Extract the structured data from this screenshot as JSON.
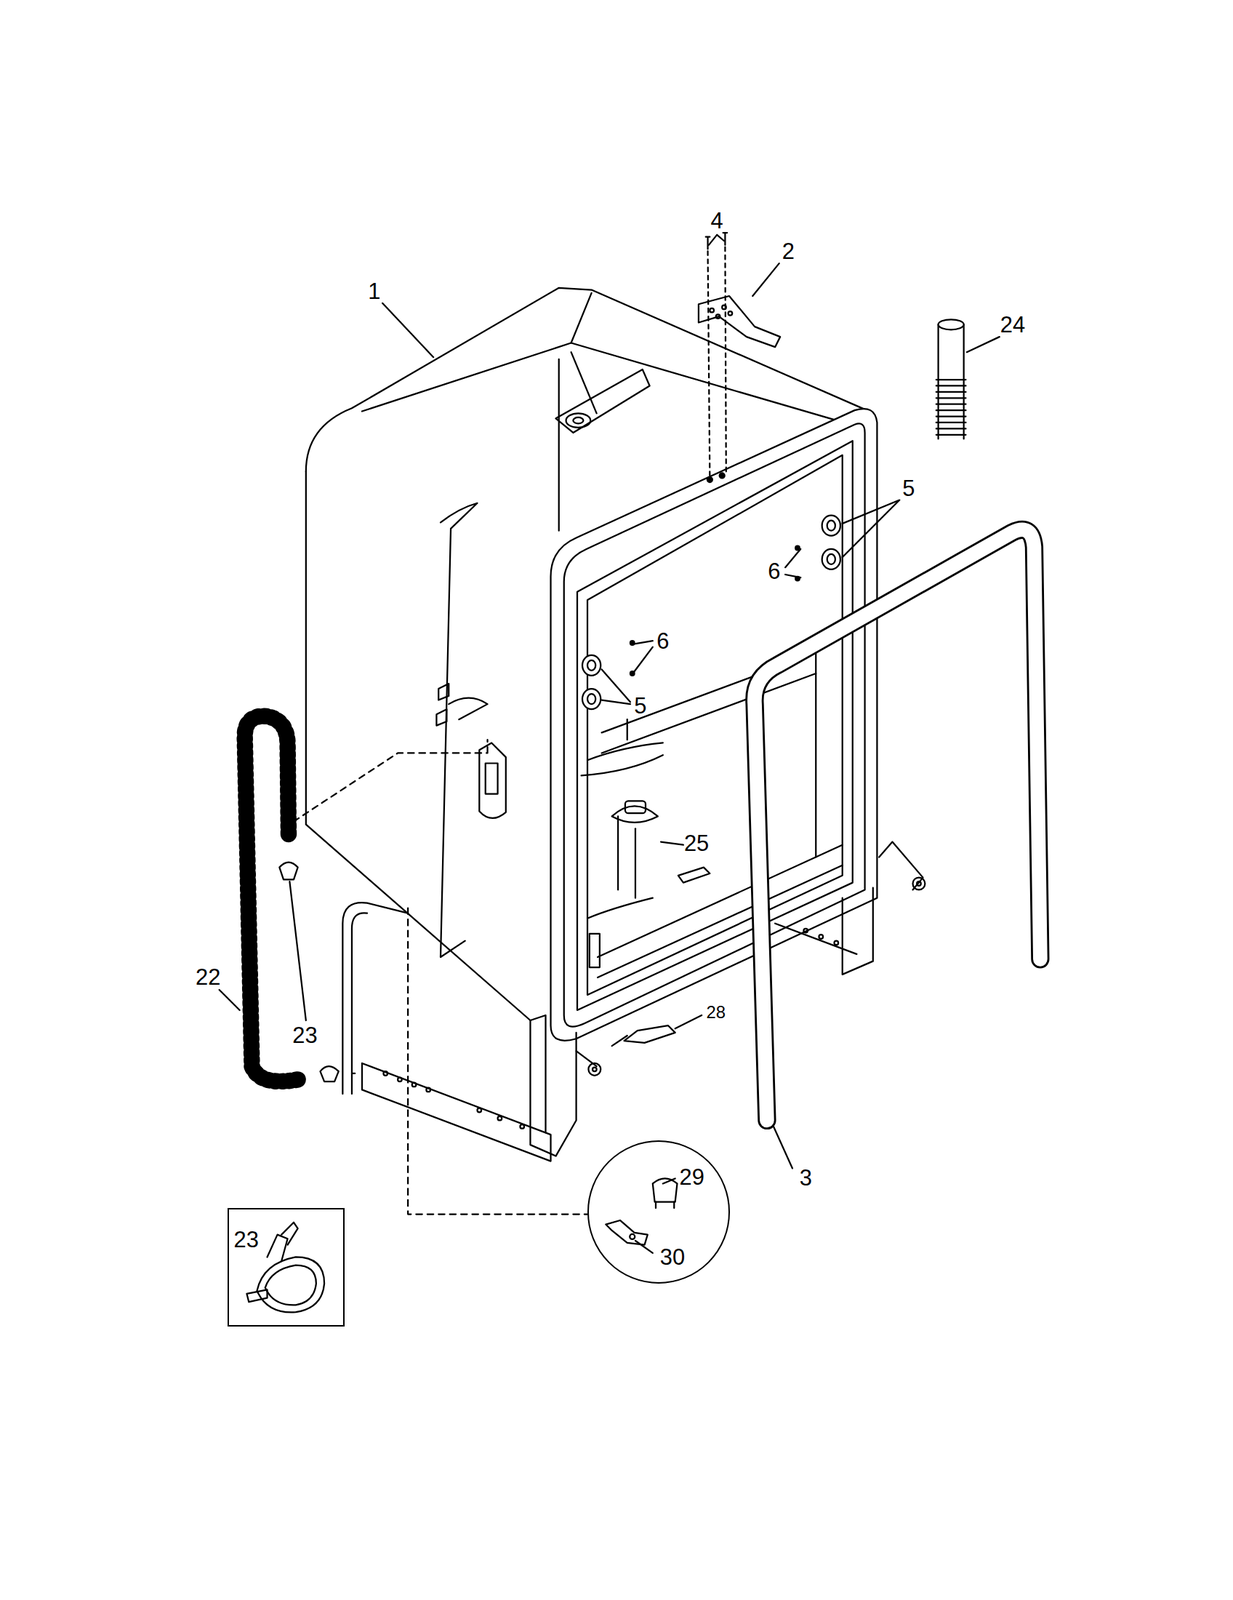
{
  "diagram": {
    "nodes": [
      {
        "text": [
          "29",
          "30"
        ]
      },
      {
        "text": [
          "23"
        ]
      }
    ],
    "labels": [
      "4",
      "2",
      "1",
      "24",
      "5",
      "6",
      "6",
      "5",
      "25",
      "22",
      "28",
      "23",
      "3"
    ]
  }
}
